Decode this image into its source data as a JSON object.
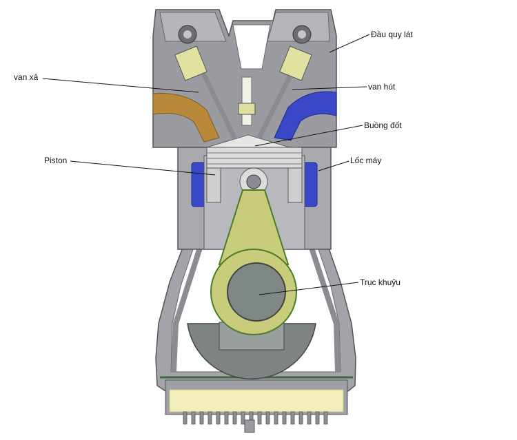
{
  "labels": {
    "cylinder_head": "Đầu quy lát",
    "exhaust_valve": "van xả",
    "intake_valve": "van hút",
    "combustion_chamber": "Buồng đốt",
    "piston": "Piston",
    "engine_block": "Lốc máy",
    "crankshaft": "Trục khuỷu"
  },
  "colors": {
    "casing": "#9a9ca2",
    "casing_light": "#c4c6cc",
    "casing_dark": "#6c6e74",
    "exhaust_port": "#b8893a",
    "intake_port": "#3a48c8",
    "valve_spring": "#e2e2a0",
    "rod": "#c9cc7a",
    "oil_sump": "#f2eebc",
    "piston": "#dcdcdc",
    "crank_web": "#7e8483"
  }
}
